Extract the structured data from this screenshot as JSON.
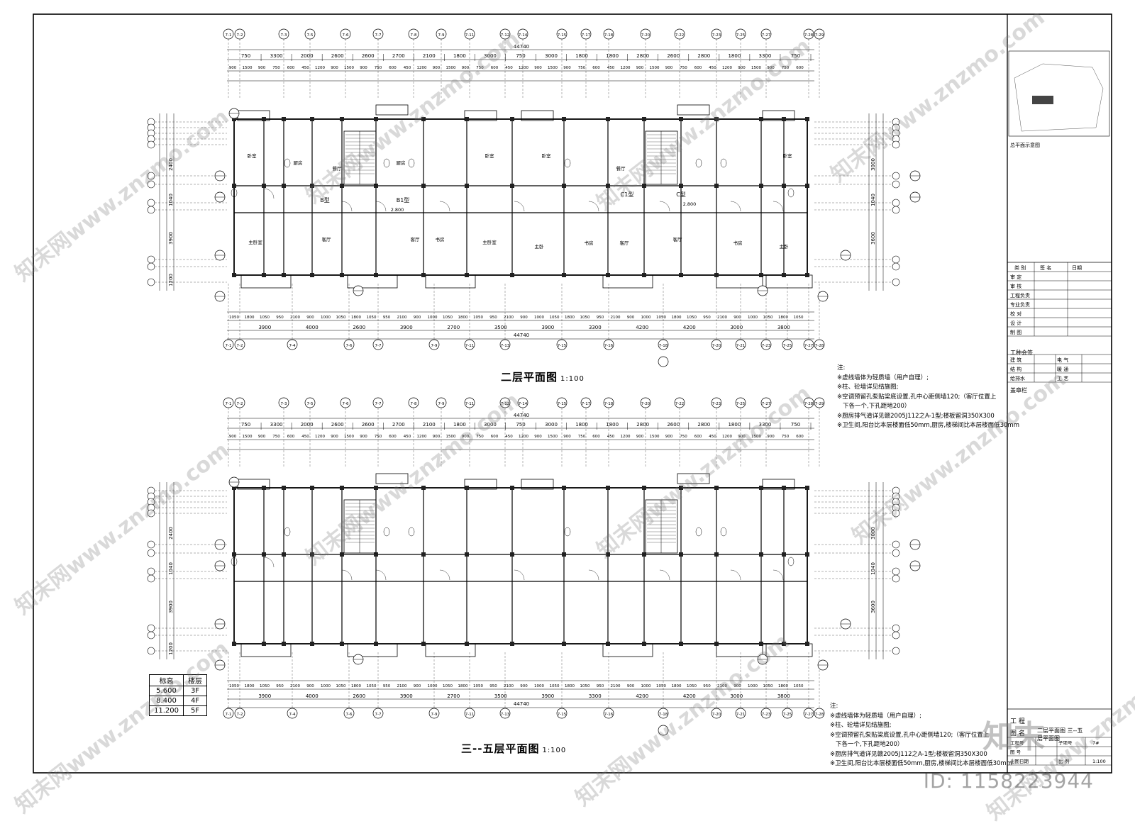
{
  "plans": [
    {
      "title": "二层平面图",
      "scale": "1:100",
      "total_dim": "44740",
      "top_spans": [
        "750",
        "3300",
        "2000",
        "2600",
        "2600",
        "2700",
        "2100",
        "1800",
        "3000",
        "750",
        "3000",
        "1800",
        "1800",
        "2800",
        "2600",
        "2800",
        "1800",
        "3300",
        "750"
      ],
      "bottom_spans": [
        "3900",
        "4000",
        "2600",
        "3900",
        "2700",
        "3500",
        "3900",
        "3300",
        "4200",
        "4200",
        "3000",
        "3800"
      ],
      "left_dims": [
        "2400",
        "1040",
        "3900",
        "1200"
      ],
      "right_dims": [
        "3000",
        "1040",
        "3600"
      ],
      "units": [
        "B型",
        "B1型",
        "C1型",
        "C型"
      ],
      "levels": [
        "2.800",
        "2.800"
      ],
      "rooms": [
        "卧室",
        "卧室",
        "卧室",
        "卧室",
        "厨房",
        "厨房",
        "餐厅",
        "餐厅",
        "客厅",
        "客厅",
        "客厅",
        "客厅",
        "主卧室",
        "主卧室",
        "书房",
        "书房",
        "书房",
        "主卧",
        "主卧"
      ]
    },
    {
      "title": "三--五层平面图",
      "scale": "1:100",
      "total_dim": "44740"
    }
  ],
  "axes": [
    "7-1",
    "7-2",
    "7-3",
    "7-5",
    "7-6",
    "7-7",
    "7-8",
    "7-9",
    "7-11",
    "7-12",
    "7-14",
    "7-15",
    "7-17",
    "7-18",
    "7-20",
    "7-22",
    "7-23",
    "7-25",
    "7-27",
    "7-28",
    "7-29"
  ],
  "bottom_axes": [
    "7-1",
    "7-2",
    "7-4",
    "7-6",
    "7-7",
    "7-9",
    "7-11",
    "7-13",
    "7-15",
    "7-16",
    "7-18",
    "7-20",
    "7-21",
    "7-23",
    "7-25",
    "7-27",
    "7-28",
    "7-29"
  ],
  "notes": {
    "label": "注:",
    "items": [
      "※虚线墙体为轻质墙（用户自理）;",
      "※柱、砼墙详见结施图;",
      "※空调预留孔泵贴梁底设置,孔中心距侧墙120;（客厅位置上",
      "下各一个,下孔距地200）",
      "※厨房排气道详见赣2005J112之A-1型;楼板留洞350X300",
      "※卫生间,阳台比本层楼面低50mm,厨房,楼梯间比本层楼面低30mm"
    ]
  },
  "elevation_table": {
    "headers": [
      "标高",
      "楼层"
    ],
    "rows": [
      [
        "5.600",
        "3F"
      ],
      [
        "8.400",
        "4F"
      ],
      [
        "11.200",
        "5F"
      ]
    ]
  },
  "title_block": {
    "key_plan_label": "总平面示意图",
    "sign_headers": [
      "类 别",
      "签 名",
      "日期"
    ],
    "sign_rows": [
      "审 定",
      "审 核",
      "工程负责",
      "专业负责",
      "校 对",
      "设 计",
      "制 图"
    ],
    "trade_header": "工种会签",
    "trades": [
      [
        "建 筑",
        "电 气"
      ],
      [
        "结 构",
        "暖 通"
      ],
      [
        "给排水",
        "工 艺"
      ]
    ],
    "stamp": "盖章栏",
    "project_label": "工 程",
    "drawing_name_label": "图 名",
    "drawing_name": "二层平面图 三--五层平面图",
    "fields": [
      [
        "工程号",
        "子项号",
        "7#"
      ],
      [
        "图 号",
        "",
        ""
      ],
      [
        "出图日期",
        "比 例",
        "1:100"
      ]
    ]
  },
  "watermark": "知末网www.znzmo.com",
  "brand": "知末",
  "id_text": "ID: 1158223944",
  "colors": {
    "line": "#000000",
    "wall": "#222222",
    "watermark": "#9a9a9a"
  }
}
